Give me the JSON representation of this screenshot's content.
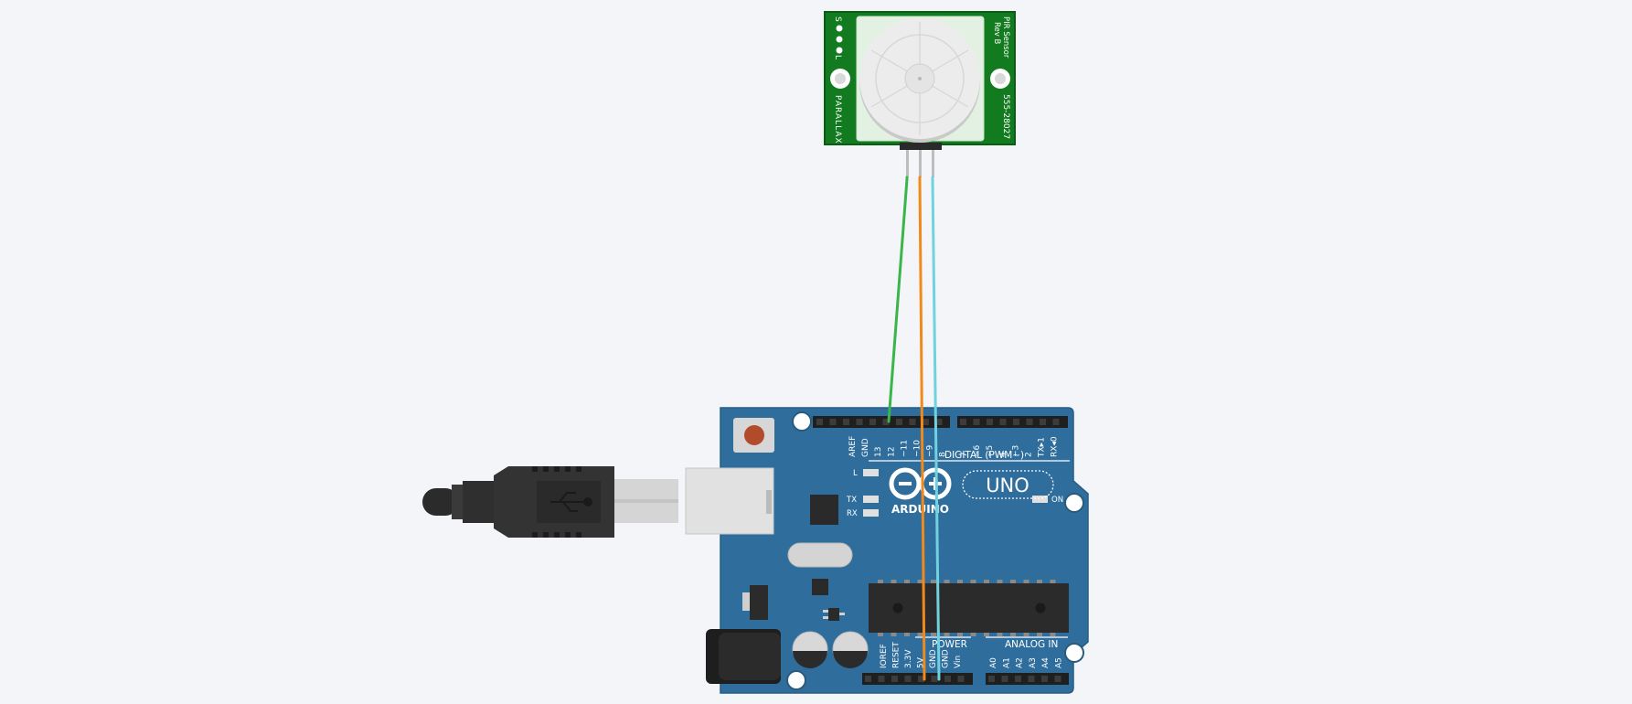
{
  "pir_sensor": {
    "pin_labels": [
      "S",
      "L"
    ],
    "brand": "PARALLAX",
    "title_line1": "PIR Sensor",
    "title_line2": "Rev B",
    "part_number": "555-28027"
  },
  "arduino": {
    "logo_text": "ARDUINO",
    "model": "UNO",
    "digital_header_label": "DIGITAL (PWM~)",
    "digital_pins_left": [
      "AREF",
      "GND",
      "13",
      "12",
      "~11",
      "~10",
      "~9",
      "8"
    ],
    "digital_pins_right": [
      "7",
      "~6",
      "~5",
      "4",
      "~3",
      "2",
      "TX▸1",
      "RX◂0"
    ],
    "led_labels": {
      "l": "L",
      "tx": "TX",
      "rx": "RX",
      "on": "ON"
    },
    "power_header_label": "POWER",
    "power_pins": [
      "IOREF",
      "RESET",
      "3.3V",
      "5V",
      "GND",
      "GND",
      "Vin"
    ],
    "analog_header_label": "ANALOG IN",
    "analog_pins": [
      "A0",
      "A1",
      "A2",
      "A3",
      "A4",
      "A5"
    ]
  },
  "colors": {
    "background": "#f3f5f8",
    "arduino_board": "#2f6e9c",
    "pir_pcb": "#127a1f",
    "wire_signal": "#3ab54a",
    "wire_power": "#f08a1c",
    "wire_ground": "#6fd2de",
    "usb_plug": "#333333"
  }
}
